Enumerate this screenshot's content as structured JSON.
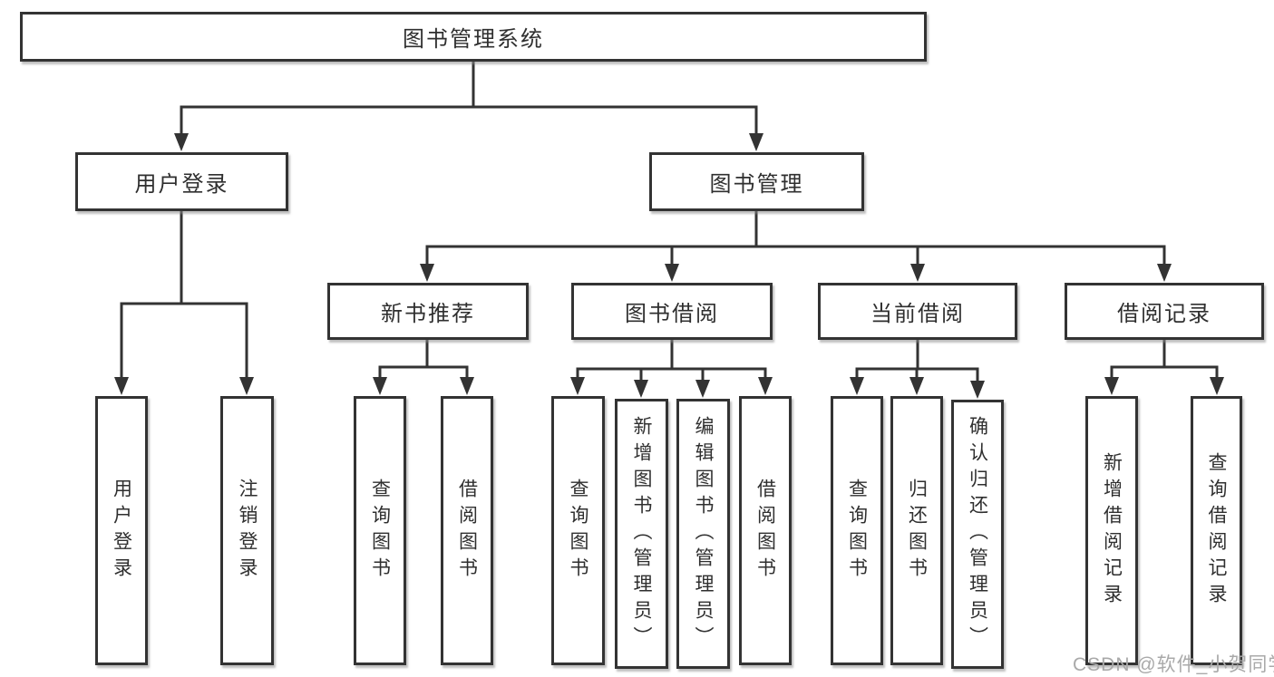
{
  "diagram": {
    "root": {
      "label": "图书管理系统"
    },
    "level1": [
      {
        "label": "用户登录"
      },
      {
        "label": "图书管理"
      }
    ],
    "level2": [
      {
        "label": "新书推荐"
      },
      {
        "label": "图书借阅"
      },
      {
        "label": "当前借阅"
      },
      {
        "label": "借阅记录"
      }
    ],
    "leaves": {
      "user_login": [
        {
          "label": "用户登录"
        },
        {
          "label": "注销登录"
        }
      ],
      "new_books": [
        {
          "label": "查询图书"
        },
        {
          "label": "借阅图书"
        }
      ],
      "book_borrow": [
        {
          "label": "查询图书"
        },
        {
          "label": "新增图书（管理员）"
        },
        {
          "label": "编辑图书（管理员）"
        },
        {
          "label": "借阅图书"
        }
      ],
      "current_borrow": [
        {
          "label": "查询图书"
        },
        {
          "label": "归还图书"
        },
        {
          "label": "确认归还（管理员）"
        }
      ],
      "borrow_records": [
        {
          "label": "新增借阅记录"
        },
        {
          "label": "查询借阅记录"
        }
      ]
    }
  },
  "watermark": {
    "text": "CSDN @软件_小贺同学"
  },
  "colors": {
    "line": "#333333",
    "text": "#2f2f2f",
    "background": "#ffffff",
    "watermark": "#a9a9a9"
  }
}
